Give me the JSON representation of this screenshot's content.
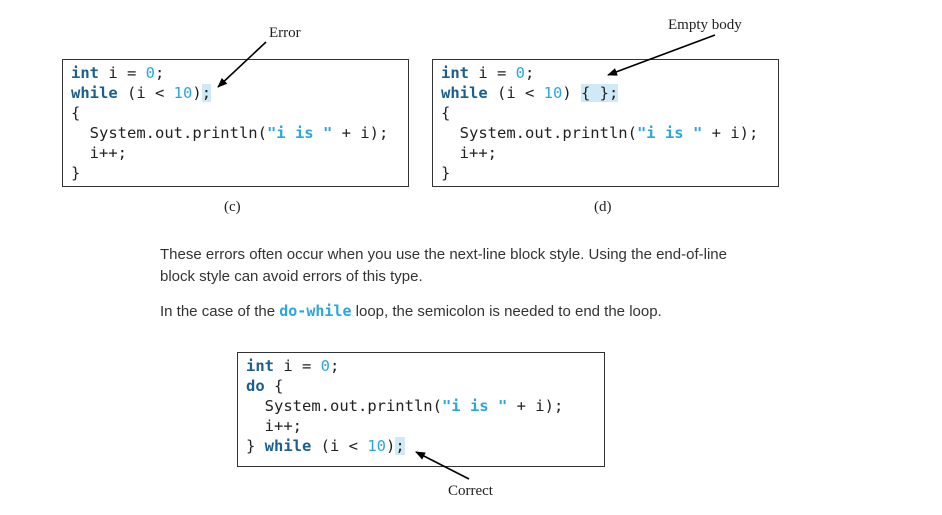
{
  "panel_c": {
    "lines": [
      [
        {
          "t": "int",
          "c": "kw"
        },
        {
          "t": " i = "
        },
        {
          "t": "0",
          "c": "num"
        },
        {
          "t": ";"
        }
      ],
      [
        {
          "t": "while",
          "c": "kw"
        },
        {
          "t": " (i < "
        },
        {
          "t": "10",
          "c": "num"
        },
        {
          "t": ")"
        },
        {
          "t": ";",
          "c": "hl"
        }
      ],
      [
        {
          "t": "{"
        }
      ],
      [
        {
          "t": "  System.out.println("
        },
        {
          "t": "\"i is \"",
          "c": "str"
        },
        {
          "t": " + i);"
        }
      ],
      [
        {
          "t": "  i++;"
        }
      ],
      [
        {
          "t": "}"
        }
      ]
    ],
    "caption": "(c)",
    "annotation": "Error"
  },
  "panel_d": {
    "lines": [
      [
        {
          "t": "int",
          "c": "kw"
        },
        {
          "t": " i = "
        },
        {
          "t": "0",
          "c": "num"
        },
        {
          "t": ";"
        }
      ],
      [
        {
          "t": "while",
          "c": "kw"
        },
        {
          "t": " (i < "
        },
        {
          "t": "10",
          "c": "num"
        },
        {
          "t": ") "
        },
        {
          "t": "{ };",
          "c": "hl"
        }
      ],
      [
        {
          "t": "{"
        }
      ],
      [
        {
          "t": "  System.out.println("
        },
        {
          "t": "\"i is \"",
          "c": "str"
        },
        {
          "t": " + i);"
        }
      ],
      [
        {
          "t": "  i++;"
        }
      ],
      [
        {
          "t": "}"
        }
      ]
    ],
    "caption": "(d)",
    "annotation": "Empty body"
  },
  "paragraph1": {
    "line1": "These errors often occur when you use the next-line block style. Using the end-of-line",
    "line2": "block style can avoid errors of this type."
  },
  "paragraph2": {
    "prefix": "In the case of the ",
    "code": "do-while",
    "suffix": " loop, the semicolon is needed to end the loop."
  },
  "panel_correct": {
    "lines": [
      [
        {
          "t": "int",
          "c": "kw"
        },
        {
          "t": " i = "
        },
        {
          "t": "0",
          "c": "num"
        },
        {
          "t": ";"
        }
      ],
      [
        {
          "t": "do",
          "c": "kw"
        },
        {
          "t": " {"
        }
      ],
      [
        {
          "t": "  System.out.println("
        },
        {
          "t": "\"i is \"",
          "c": "str"
        },
        {
          "t": " + i);"
        }
      ],
      [
        {
          "t": "  i++;"
        }
      ],
      [
        {
          "t": "} "
        },
        {
          "t": "while",
          "c": "kw"
        },
        {
          "t": " (i < "
        },
        {
          "t": "10",
          "c": "num"
        },
        {
          "t": ")"
        },
        {
          "t": ";",
          "c": "hl"
        }
      ]
    ],
    "annotation": "Correct"
  }
}
